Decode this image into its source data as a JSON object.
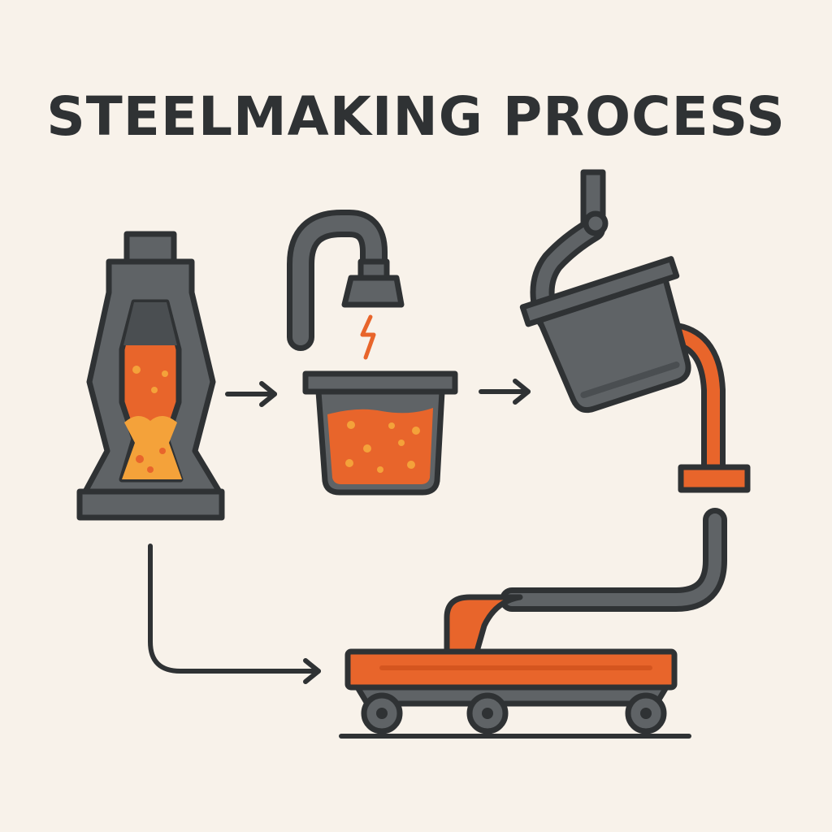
{
  "title": "STEELMAKING PROCESS",
  "colors": {
    "background": "#f8f2ea",
    "outline": "#2f3234",
    "steel_gray": "#5f6366",
    "molten_orange": "#e8652b",
    "bubble_yellow": "#f4a23a"
  },
  "stages": [
    {
      "name": "blast-furnace",
      "icon": "blast-furnace-icon"
    },
    {
      "name": "electric-arc-furnace",
      "icon": "electric-arc-furnace-icon"
    },
    {
      "name": "ladle-pour",
      "icon": "pouring-ladle-icon"
    },
    {
      "name": "continuous-casting",
      "icon": "casting-machine-icon"
    }
  ],
  "flows": [
    {
      "from": "blast-furnace",
      "to": "electric-arc-furnace"
    },
    {
      "from": "electric-arc-furnace",
      "to": "ladle-pour"
    },
    {
      "from": "ladle-pour",
      "to": "continuous-casting"
    },
    {
      "from": "blast-furnace",
      "to": "continuous-casting"
    }
  ]
}
